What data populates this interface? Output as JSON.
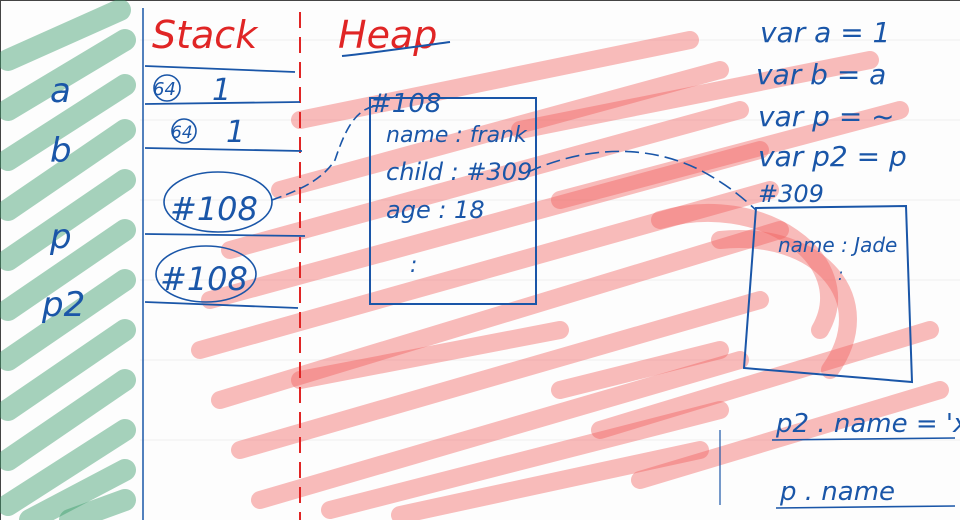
{
  "colors": {
    "ink_blue": "#1a56a8",
    "ink_red": "#e02525",
    "scribble_green": "#3a9c6a",
    "scribble_red": "#f0605e",
    "pencil_grey": "#8a9a9a"
  },
  "titles": {
    "stack": "Stack",
    "heap": "Heap"
  },
  "variables": [
    "a",
    "b",
    "p",
    "p2"
  ],
  "stack_cells": [
    {
      "tag": "64",
      "value": "1"
    },
    {
      "tag": "64",
      "value": "1"
    },
    {
      "tag": "",
      "value": "#108"
    },
    {
      "tag": "",
      "value": "#108"
    }
  ],
  "heap_object_1": {
    "address": "#108",
    "fields": [
      "name : frank",
      "child : #309",
      "age : 18"
    ],
    "more": ":"
  },
  "heap_object_2": {
    "address": "#309",
    "fields": [
      "name : Jade"
    ],
    "more": ":"
  },
  "code_lines": [
    "var a = 1",
    "var b = a",
    "var p = ~",
    "var  p2 = p"
  ],
  "statements": [
    "p2 . name = 'x'",
    "p . name"
  ]
}
